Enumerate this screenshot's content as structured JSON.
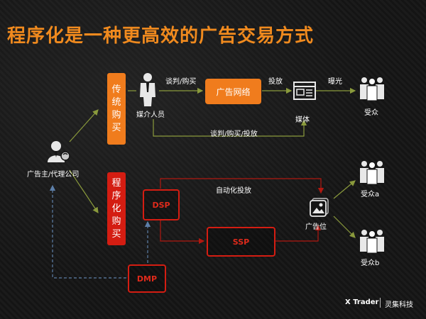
{
  "title": "程序化是一种更高效的广告交易方式",
  "advertiser": "广告主/代理公司",
  "traditional": [
    "传",
    "统",
    "购",
    "买"
  ],
  "programmatic": [
    "程",
    "序",
    "化",
    "购",
    "买"
  ],
  "media_buyer": "媒介人员",
  "negotiate_buy": "谈判/购买",
  "ad_network": "广告网络",
  "deliver": "投放",
  "media": "媒体",
  "exposure": "曝光",
  "audience": "受众",
  "negotiate_buy_deliver": "谈判/购买/投放",
  "auto_deliver": "自动化投放",
  "dsp": "DSP",
  "ssp": "SSP",
  "dmp": "DMP",
  "ad_slot": "广告位",
  "audience_a": "受众a",
  "audience_b": "受众b",
  "footer": {
    "brand": "X Trader",
    "company": "灵集科技"
  },
  "colors": {
    "orange": "#f07c1d",
    "red": "#d41d12",
    "green_line": "#8a9a3c",
    "blue_dash": "#5d7fa8"
  }
}
